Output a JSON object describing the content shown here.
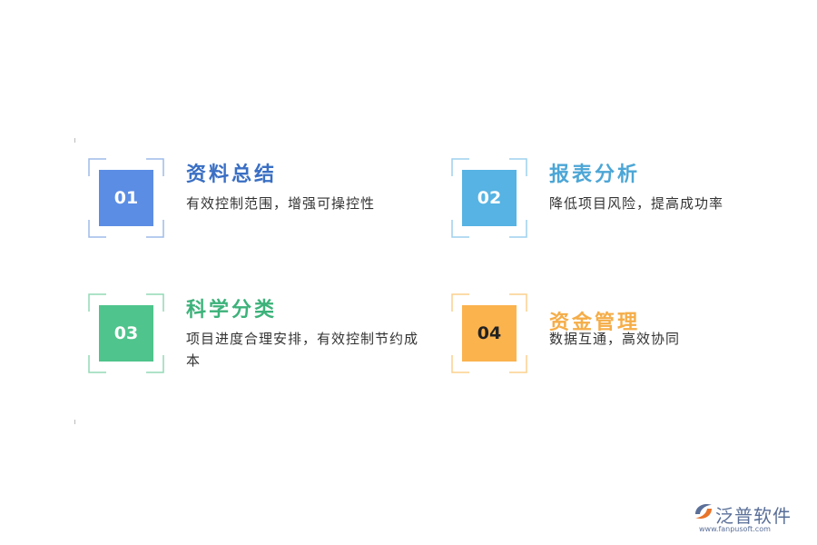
{
  "colors": {
    "blue": "#5b8de4",
    "sky": "#56b3e3",
    "green": "#4fc48c",
    "orange": "#fbb34e",
    "blue_title": "#3a6fc4",
    "sky_title": "#4ca6d6",
    "green_title": "#3db27a",
    "orange_title": "#f5ad48",
    "logo": "#5a6f98"
  },
  "cards": [
    {
      "num": "01",
      "title": "资料总结",
      "desc": "有效控制范围，增强可操控性",
      "color": "blue"
    },
    {
      "num": "02",
      "title": "报表分析",
      "desc": "降低项目风险，提高成功率",
      "color": "sky"
    },
    {
      "num": "03",
      "title": "科学分类",
      "desc": "项目进度合理安排，有效控制节约成本",
      "color": "green"
    },
    {
      "num": "04",
      "title": "资金管理",
      "desc": "数据互通，高效协同",
      "color": "orange"
    }
  ],
  "logo": {
    "name": "泛普软件",
    "url": "www.fanpusoft.com",
    "icon": "fanpu-logo-icon"
  }
}
